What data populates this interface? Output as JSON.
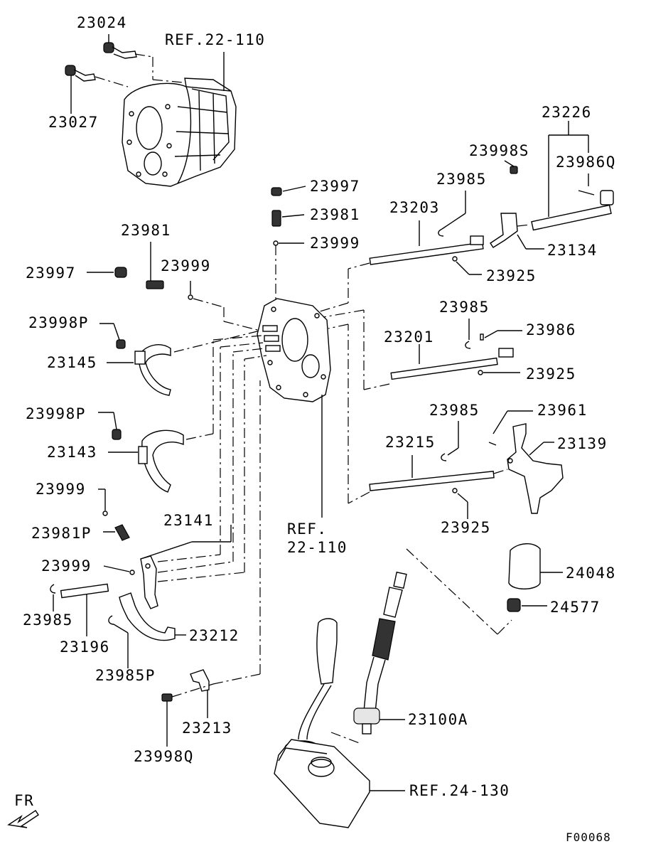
{
  "parts": {
    "p23024": "23024",
    "ref22_110_top": "REF.22-110",
    "p23027": "23027",
    "p23226": "23226",
    "p23998S": "23998S",
    "p23986Q": "23986Q",
    "p23997_top": "23997",
    "p23985_a": "23985",
    "p23981_top": "23981",
    "p23203": "23203",
    "p23999_top": "23999",
    "p23134": "23134",
    "p23981_left": "23981",
    "p23925_a": "23925",
    "p23997_left": "23997",
    "p23999_left": "23999",
    "p23985_b": "23985",
    "p23998P_a": "23998P",
    "p23986": "23986",
    "p23201": "23201",
    "p23145": "23145",
    "p23925_b": "23925",
    "p23985_c": "23985",
    "p23961": "23961",
    "p23998P_b": "23998P",
    "p23215": "23215",
    "p23139": "23139",
    "p23143": "23143",
    "p23999_mid": "23999",
    "ref22_110_mid_1": "REF.",
    "ref22_110_mid_2": "22-110",
    "p23925_c": "23925",
    "p23981P": "23981P",
    "p23141": "23141",
    "p24048": "24048",
    "p23999_low": "23999",
    "p24577": "24577",
    "p23985_low": "23985",
    "p23196": "23196",
    "p23212": "23212",
    "p23985P": "23985P",
    "p23100A": "23100A",
    "p23213": "23213",
    "p23998Q": "23998Q",
    "ref24_130": "REF.24-130"
  },
  "orientation": "FR",
  "figure_code": "F00068"
}
